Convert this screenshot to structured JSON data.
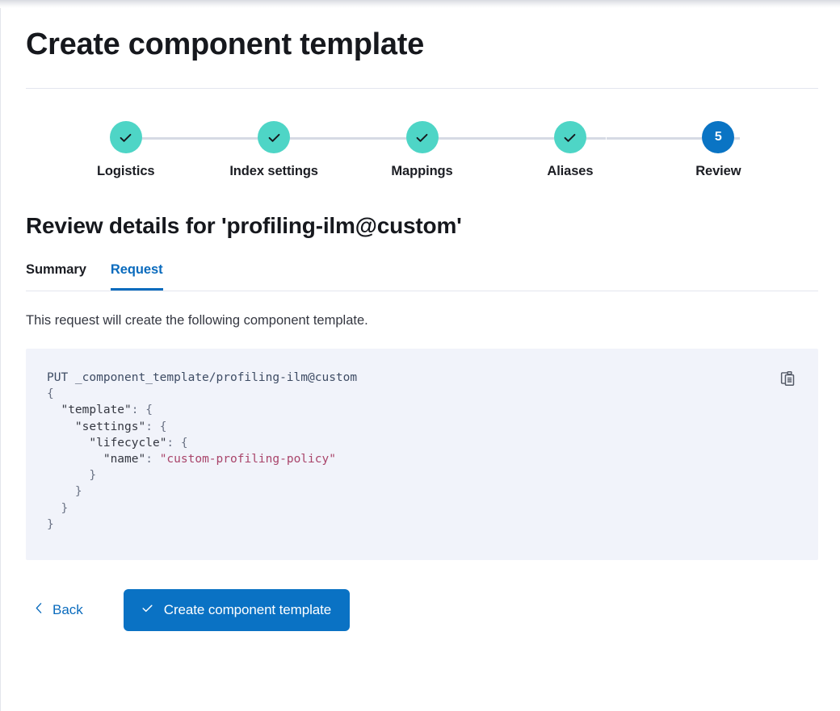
{
  "header": {
    "title": "Create component template"
  },
  "stepper": {
    "steps": [
      {
        "label": "Logistics",
        "state": "complete",
        "indicator": "check"
      },
      {
        "label": "Index settings",
        "state": "complete",
        "indicator": "check"
      },
      {
        "label": "Mappings",
        "state": "complete",
        "indicator": "check"
      },
      {
        "label": "Aliases",
        "state": "complete",
        "indicator": "check"
      },
      {
        "label": "Review",
        "state": "current",
        "indicator": "5"
      }
    ],
    "complete_color": "#4ed5c6",
    "current_color": "#0a74c4",
    "connector_color": "#d6dae4"
  },
  "review": {
    "heading": "Review details for 'profiling-ilm@custom'",
    "tabs": [
      {
        "label": "Summary",
        "active": false
      },
      {
        "label": "Request",
        "active": true
      }
    ],
    "active_tab_color": "#0a6bbd",
    "description": "This request will create the following component template."
  },
  "code": {
    "request_line": "PUT _component_template/profiling-ilm@custom",
    "method": "PUT",
    "path": "_component_template/profiling-ilm@custom",
    "body_lines": [
      "{",
      "  \"template\": {",
      "    \"settings\": {",
      "      \"lifecycle\": {",
      "        \"name\": \"custom-profiling-policy\"",
      "      }",
      "    }",
      "  }",
      "}"
    ],
    "string_value": "custom-profiling-policy",
    "keys": [
      "template",
      "settings",
      "lifecycle",
      "name"
    ],
    "copy_icon": "clipboard-copy-icon",
    "background": "#f1f3fa",
    "string_color": "#a9446a"
  },
  "actions": {
    "back_label": "Back",
    "back_icon": "chevron-left-icon",
    "submit_label": "Create component template",
    "submit_icon": "check-icon",
    "submit_color": "#0a72c4"
  }
}
